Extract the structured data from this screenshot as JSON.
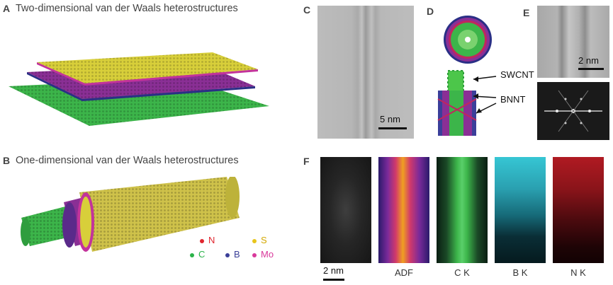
{
  "panels": {
    "A": {
      "letter": "A",
      "title": "Two-dimensional van der Waals heterostructures"
    },
    "B": {
      "letter": "B",
      "title": "One-dimensional  van der Waals heterostructures"
    },
    "C": {
      "letter": "C",
      "scale": "5 nm"
    },
    "D": {
      "letter": "D",
      "swcnt": "SWCNT",
      "bnnt": "BNNT"
    },
    "E": {
      "letter": "E",
      "scale": "2 nm"
    },
    "F": {
      "letter": "F",
      "scale": "2 nm",
      "maps": [
        "ADF",
        "C K",
        "B K",
        "N K"
      ]
    }
  },
  "legend": [
    {
      "symbol": "C",
      "color": "#2bb34a"
    },
    {
      "symbol": "N",
      "color": "#e0262f"
    },
    {
      "symbol": "B",
      "color": "#3a3f98"
    },
    {
      "symbol": "S",
      "color": "#e8c51c"
    },
    {
      "symbol": "Mo",
      "color": "#d9399b"
    }
  ],
  "colors": {
    "green": "#3cb54a",
    "purple": "#8a2f95",
    "navy": "#2a2f86",
    "yellow": "#d8cf3a",
    "magenta": "#c3339b"
  }
}
